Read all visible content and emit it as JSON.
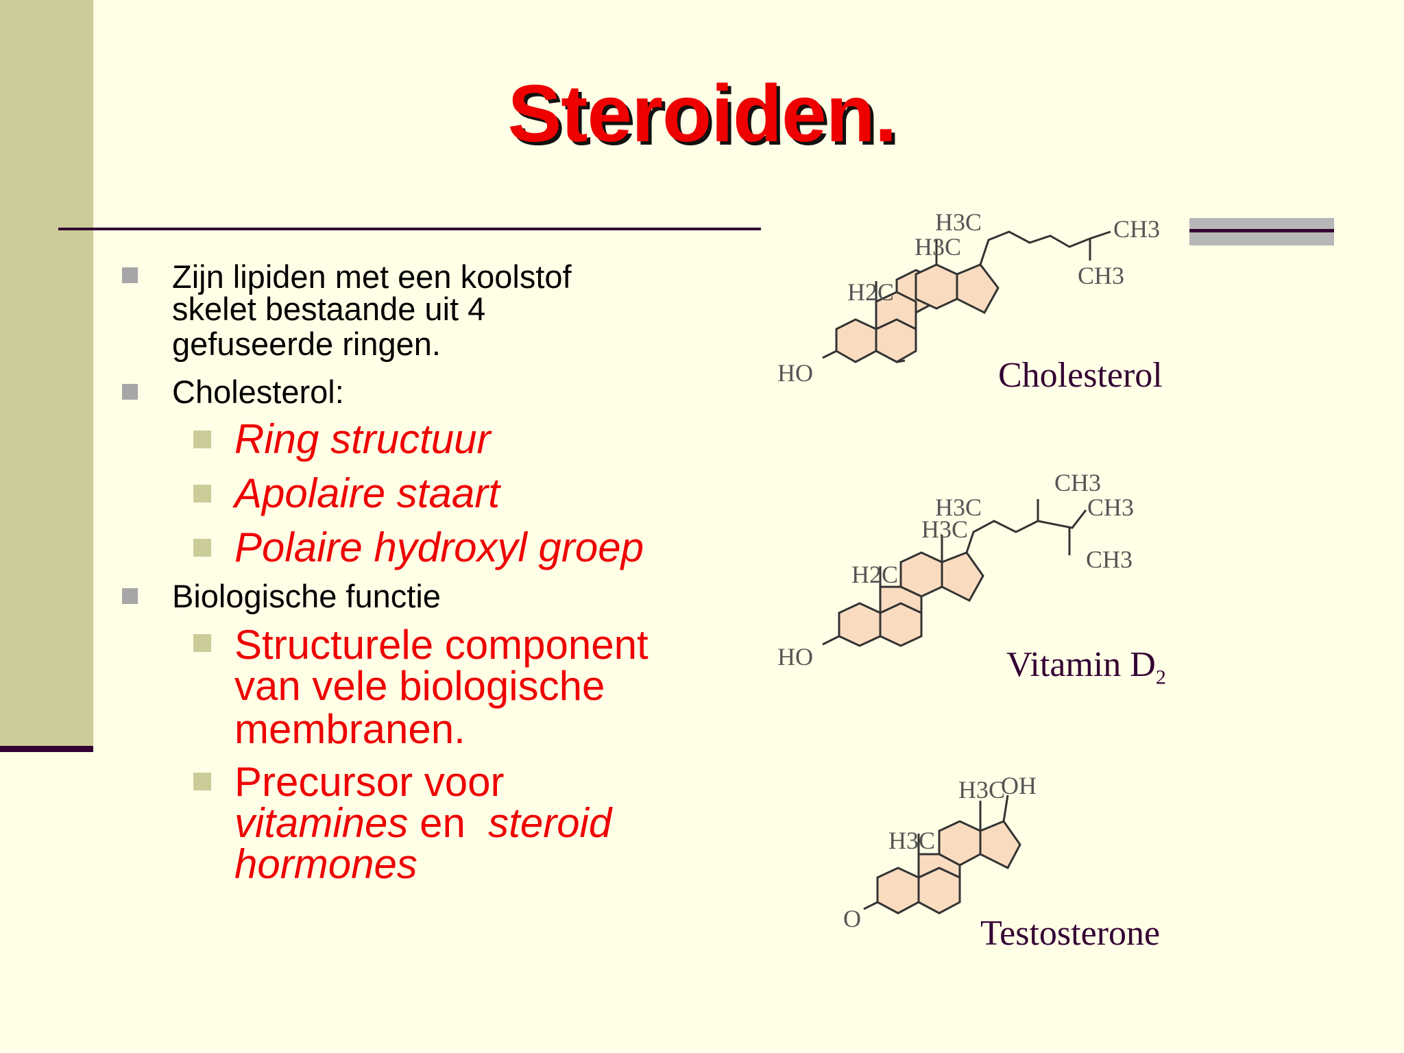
{
  "slide": {
    "title": "Steroiden.",
    "bullets": [
      {
        "lines": [
          "Zijn lipiden met een koolstof",
          "skelet bestaande uit 4",
          "gefuseerde ringen."
        ]
      },
      {
        "text": "Cholesterol:"
      },
      {
        "text": "Biologische functie"
      }
    ],
    "cholesterol_sub": [
      "Ring structuur",
      "Apolaire staart",
      "Polaire hydroxyl groep"
    ],
    "function_sub": {
      "item1": [
        "Structurele component",
        "van vele biologische",
        "membranen."
      ],
      "item2_line1": "Precursor voor",
      "item2_line2_a": "vitamines",
      "item2_line2_b": " en  ",
      "item2_line2_c": "steroid",
      "item2_line3": "hormones"
    }
  },
  "molecules": {
    "cholesterol": {
      "label": "Cholesterol",
      "atoms": [
        "H3C",
        "H3C",
        "CH3",
        "CH3",
        "H2C",
        "HO"
      ]
    },
    "vitamin_d2": {
      "label": "Vitamin D",
      "label_sub": "2",
      "atoms": [
        "H3C",
        "H3C",
        "CH3",
        "CH3",
        "CH3",
        "H2C",
        "HO"
      ]
    },
    "testosterone": {
      "label": "Testosterone",
      "atoms": [
        "H3C",
        "OH",
        "H3C",
        "O"
      ]
    }
  },
  "colors": {
    "background": "#fffee6",
    "accent_red": "#ee0000",
    "sidebar": "#cccc99",
    "rule": "#330033",
    "ring_fill": "#f9dcc0"
  }
}
